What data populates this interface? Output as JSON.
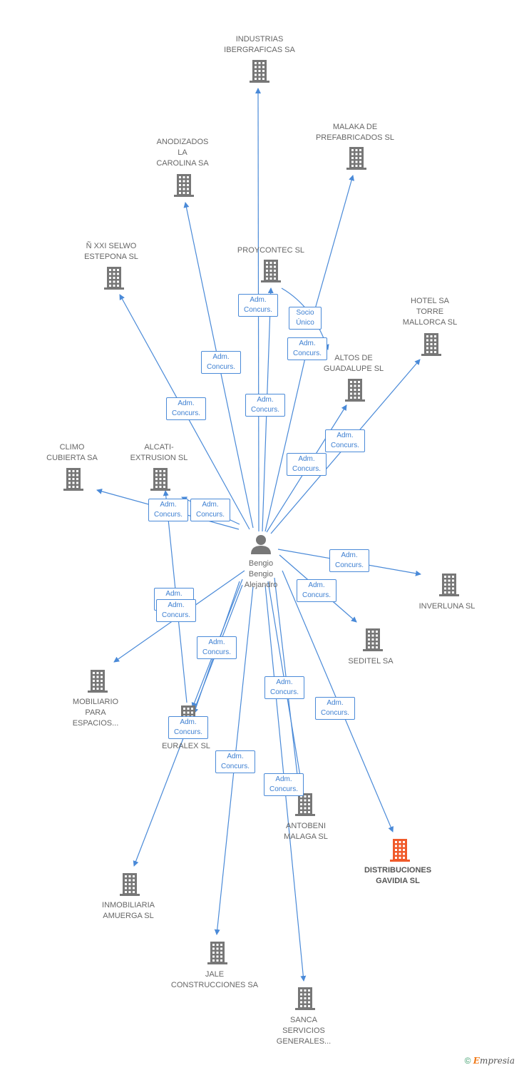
{
  "person": {
    "name": "Bengio\nBengio\nAlejandro",
    "icon": "person-icon"
  },
  "colors": {
    "edge": "#4a8ad8",
    "building": "#777777",
    "building_highlight": "#f05a2a",
    "text": "#666666"
  },
  "companies": [
    {
      "id": "industrias",
      "label": "INDUSTRIAS\nIBERGRAFICAS SA",
      "icon": "building-icon",
      "highlight": false
    },
    {
      "id": "malaka",
      "label": "MALAKA DE\nPREFABRICADOS SL",
      "icon": "building-icon",
      "highlight": false
    },
    {
      "id": "anodizados",
      "label": "ANODIZADOS\nLA\nCAROLINA SA",
      "icon": "building-icon",
      "highlight": false
    },
    {
      "id": "selwo",
      "label": "Ñ XXI SELWO\nESTEPONA SL",
      "icon": "building-icon",
      "highlight": false
    },
    {
      "id": "proycontec",
      "label": "PROYCONTEC SL",
      "icon": "building-icon",
      "highlight": false
    },
    {
      "id": "hotel",
      "label": "HOTEL SA\nTORRE\nMALLORCA SL",
      "icon": "building-icon",
      "highlight": false
    },
    {
      "id": "altos",
      "label": "ALTOS DE\nGUADALUPE SL",
      "icon": "building-icon",
      "highlight": false
    },
    {
      "id": "climo",
      "label": "CLIMO\nCUBIERTA SA",
      "icon": "building-icon",
      "highlight": false
    },
    {
      "id": "alcati",
      "label": "ALCATI-\nEXTRUSION SL",
      "icon": "building-icon",
      "highlight": false
    },
    {
      "id": "inverluna",
      "label": "INVERLUNA SL",
      "icon": "building-icon",
      "highlight": false
    },
    {
      "id": "seditel",
      "label": "SEDITEL SA",
      "icon": "building-icon",
      "highlight": false
    },
    {
      "id": "mobiliario",
      "label": "MOBILIARIO\nPARA\nESPACIOS...",
      "icon": "building-icon",
      "highlight": false
    },
    {
      "id": "euralex",
      "label": "EURALEX SL",
      "icon": "building-icon",
      "highlight": false
    },
    {
      "id": "antobeni",
      "label": "ANTOBENI\nMALAGA SL",
      "icon": "building-icon",
      "highlight": false
    },
    {
      "id": "distribuciones",
      "label": "DISTRIBUCIONES\nGAVIDIA SL",
      "icon": "building-icon",
      "highlight": true
    },
    {
      "id": "inmobiliaria",
      "label": "INMOBILIARIA\nAMUERGA SL",
      "icon": "building-icon",
      "highlight": false
    },
    {
      "id": "jale",
      "label": "JALE\nCONSTRUCCIONES SA",
      "icon": "building-icon",
      "highlight": false
    },
    {
      "id": "sanca",
      "label": "SANCA\nSERVICIOS\nGENERALES...",
      "icon": "building-icon",
      "highlight": false
    }
  ],
  "relations": [
    {
      "target": "industrias",
      "label": "Adm.\nConcurs."
    },
    {
      "target": "malaka",
      "label": "Socio\nÚnico"
    },
    {
      "target": "anodizados",
      "label": "Adm.\nConcurs."
    },
    {
      "target": "selwo",
      "label": "Adm.\nConcurs."
    },
    {
      "target": "proycontec",
      "label": "Adm.\nConcurs."
    },
    {
      "target": "hotel",
      "label": "Adm.\nConcurs."
    },
    {
      "target": "altos",
      "label": "Adm.\nConcurs."
    },
    {
      "target": "altos",
      "label": "Adm.\nConcurs."
    },
    {
      "target": "climo",
      "label": "Adm.\nConcurs."
    },
    {
      "target": "alcati",
      "label": "Adm.\nConcurs."
    },
    {
      "target": "inverluna",
      "label": "Adm.\nConcurs."
    },
    {
      "target": "seditel",
      "label": "Adm.\nConcurs."
    },
    {
      "target": "mobiliario",
      "label": "Adm.\nUnico"
    },
    {
      "target": "mobiliario",
      "label": "Adm.\nConcurs."
    },
    {
      "target": "euralex",
      "label": "Adm.\nConcurs."
    },
    {
      "target": "euralex",
      "label": "Adm.\nConcurs."
    },
    {
      "target": "antobeni",
      "label": "Adm.\nConcurs."
    },
    {
      "target": "antobeni",
      "label": "Adm.\nConcurs."
    },
    {
      "target": "distribuciones",
      "label": "Adm.\nConcurs."
    },
    {
      "target": "inmobiliaria",
      "label": "Adm.\nConcurs."
    },
    {
      "target": "jale",
      "label": "Adm.\nConcurs."
    },
    {
      "target": "sanca",
      "label": "Adm.\nConcurs."
    }
  ],
  "footer": {
    "copyright": "©",
    "brand_first": "E",
    "brand_rest": "mpresia"
  }
}
